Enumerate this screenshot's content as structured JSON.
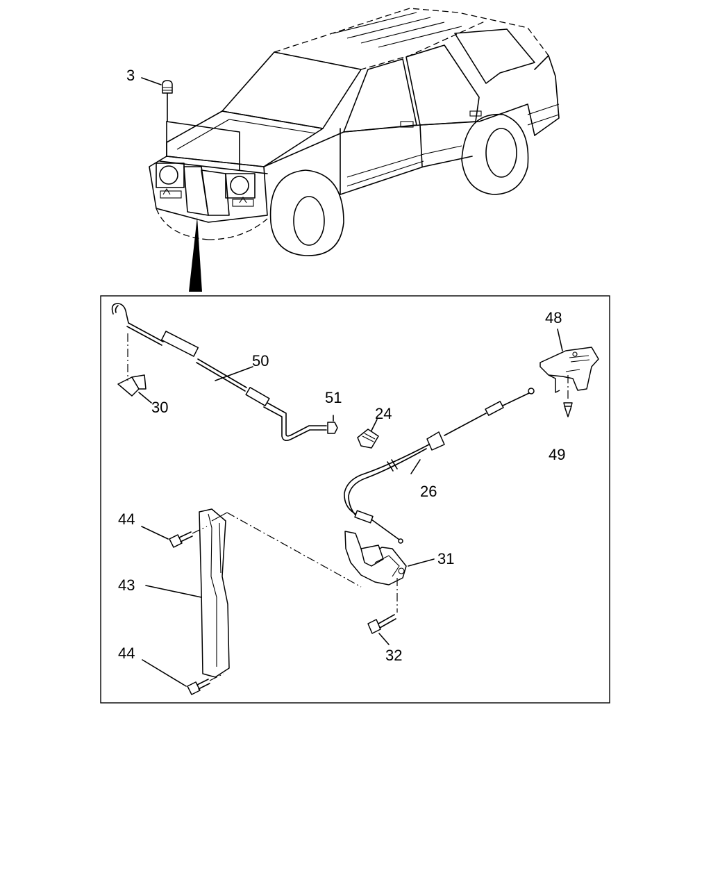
{
  "diagram": {
    "callouts": [
      {
        "id": "c3",
        "text": "3"
      },
      {
        "id": "c50",
        "text": "50"
      },
      {
        "id": "c30",
        "text": "30"
      },
      {
        "id": "c51",
        "text": "51"
      },
      {
        "id": "c24",
        "text": "24"
      },
      {
        "id": "c48",
        "text": "48"
      },
      {
        "id": "c49",
        "text": "49"
      },
      {
        "id": "c26",
        "text": "26"
      },
      {
        "id": "c44a",
        "text": "44"
      },
      {
        "id": "c43",
        "text": "43"
      },
      {
        "id": "c44b",
        "text": "44"
      },
      {
        "id": "c31",
        "text": "31"
      },
      {
        "id": "c32",
        "text": "32"
      }
    ]
  }
}
